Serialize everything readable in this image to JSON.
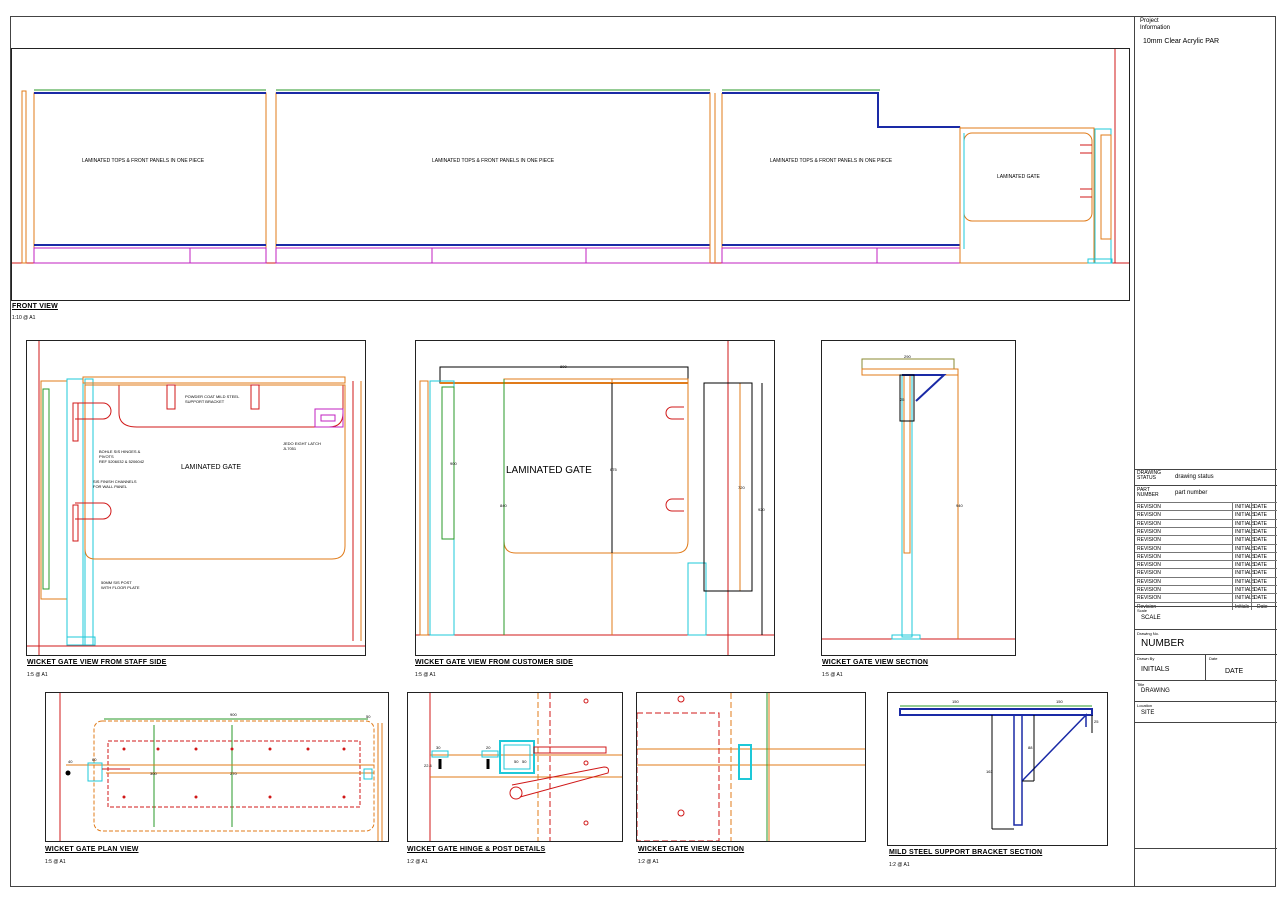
{
  "title_block": {
    "project_information": [
      "Project",
      "Information"
    ],
    "project_name": "10mm Clear Acrylic PAR",
    "drawing_status_label": "DRAWING\nSTATUS",
    "drawing_status_value": "drawing status",
    "part_number_label": "PART\nNUMBER",
    "part_number_value": "part number",
    "revision_rows": [
      [
        "REVISION",
        "INITIALS",
        "DATE"
      ],
      [
        "REVISION",
        "INITIALS",
        "DATE"
      ],
      [
        "REVISION",
        "INITIALS",
        "DATE"
      ],
      [
        "REVISION",
        "INITIALS",
        "DATE"
      ],
      [
        "REVISION",
        "INITIALS",
        "DATE"
      ],
      [
        "REVISION",
        "INITIALS",
        "DATE"
      ],
      [
        "REVISION",
        "INITIALS",
        "DATE"
      ],
      [
        "REVISION",
        "INITIALS",
        "DATE"
      ],
      [
        "REVISION",
        "INITIALS",
        "DATE"
      ],
      [
        "REVISION",
        "INITIALS",
        "DATE"
      ],
      [
        "REVISION",
        "INITIALS",
        "DATE"
      ],
      [
        "REVISION",
        "INITIALS",
        "DATE"
      ]
    ],
    "revision_header": [
      "Revision",
      "Initials",
      "Date"
    ],
    "scale_label": "Scale",
    "scale_value": "SCALE",
    "drawing_no_label": "Drawing No.",
    "drawing_no_value": "NUMBER",
    "drawn_by_label": "Drawn By",
    "drawn_by_value": "INITIALS",
    "date_label": "Date",
    "date_value": "DATE",
    "title_label": "Title",
    "title_value": "DRAWING",
    "location_label": "Location",
    "location_value": "SITE"
  },
  "views": {
    "front": {
      "caption": "FRONT VIEW",
      "scale": "1:10 @ A1",
      "panel_labels": [
        "LAMINATED TOPS & FRONT PANELS IN ONE PIECE",
        "LAMINATED TOPS & FRONT PANELS IN ONE PIECE",
        "LAMINATED TOPS & FRONT PANELS IN ONE PIECE"
      ],
      "gate_label": "LAMINATED GATE"
    },
    "staff_side": {
      "caption": "WICKET GATE VIEW FROM STAFF SIDE",
      "scale": "1:5 @ A1",
      "bracket_note": "POWDER COAT MILD STEEL\nSUPPORT BRACKET",
      "hinge_note": "BOHLE SIS HINGES &\nPIVOTS\nREF 5206032 & 5206042",
      "channel_note": "SIS FINISH CHANNELS\nFOR WALL PANEL",
      "gate_label": "LAMINATED GATE",
      "latch_note": "JEDO EIGHT LATCH\nJL7051",
      "post_note": "50MM SIS POST\nWITH FLOOR PLATE"
    },
    "customer_side": {
      "caption": "WICKET GATE VIEW FROM CUSTOMER SIDE",
      "scale": "1:5 @ A1",
      "gate_label": "LAMINATED GATE",
      "dims": [
        "800",
        "675",
        "840",
        "720",
        "920",
        "900"
      ]
    },
    "section": {
      "caption": "WICKET GATE VIEW SECTION",
      "scale": "1:5 @ A1",
      "dims": [
        "290",
        "25",
        "940"
      ]
    },
    "plan": {
      "caption": "WICKET GATE PLAN VIEW",
      "scale": "1:5 @ A1",
      "dims": [
        "900",
        "50",
        "300",
        "270",
        "40",
        "60"
      ]
    },
    "hinge": {
      "caption": "WICKET GATE HINGE & POST DETAILS",
      "scale": "1:2 @ A1",
      "dims": [
        "30",
        "20",
        "22.4",
        "50",
        "50"
      ]
    },
    "section2": {
      "caption": "WICKET GATE VIEW SECTION",
      "scale": "1:2 @ A1"
    },
    "bracket": {
      "caption": "MILD STEEL SUPPORT BRACKET SECTION",
      "scale": "1:2 @ A1",
      "dims": [
        "150",
        "150",
        "25",
        "88",
        "163"
      ]
    }
  },
  "colors": {
    "orange": "#e07b1a",
    "blue": "#1a2aa6",
    "cyan": "#1ec8d8",
    "red": "#d01818",
    "green": "#2a9a2a",
    "magenta": "#c020c0",
    "olive": "#8a8a30"
  }
}
